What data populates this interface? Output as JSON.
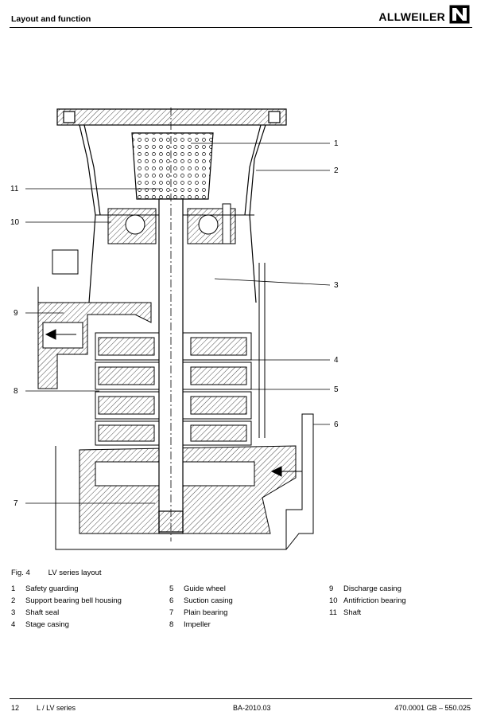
{
  "header": {
    "section_title": "Layout and function",
    "brand": "ALLWEILER"
  },
  "figure": {
    "number": "Fig. 4",
    "caption": "LV series layout",
    "callouts": [
      "1",
      "2",
      "3",
      "4",
      "5",
      "6",
      "7",
      "8",
      "9",
      "10",
      "11"
    ]
  },
  "legend": {
    "col1": [
      {
        "num": "1",
        "label": "Safety guarding"
      },
      {
        "num": "2",
        "label": "Support bearing bell housing"
      },
      {
        "num": "3",
        "label": "Shaft seal"
      },
      {
        "num": "4",
        "label": "Stage casing"
      }
    ],
    "col2": [
      {
        "num": "5",
        "label": "Guide wheel"
      },
      {
        "num": "6",
        "label": "Suction casing"
      },
      {
        "num": "7",
        "label": "Plain bearing"
      },
      {
        "num": "8",
        "label": "Impeller"
      }
    ],
    "col3": [
      {
        "num": "9",
        "label": "Discharge casing"
      },
      {
        "num": "10",
        "label": "Antifriction bearing"
      },
      {
        "num": "11",
        "label": "Shaft"
      }
    ]
  },
  "footer": {
    "page": "12",
    "series": "L / LV series",
    "doc": "BA-2010.03",
    "code": "470.0001 GB – 550.025"
  }
}
